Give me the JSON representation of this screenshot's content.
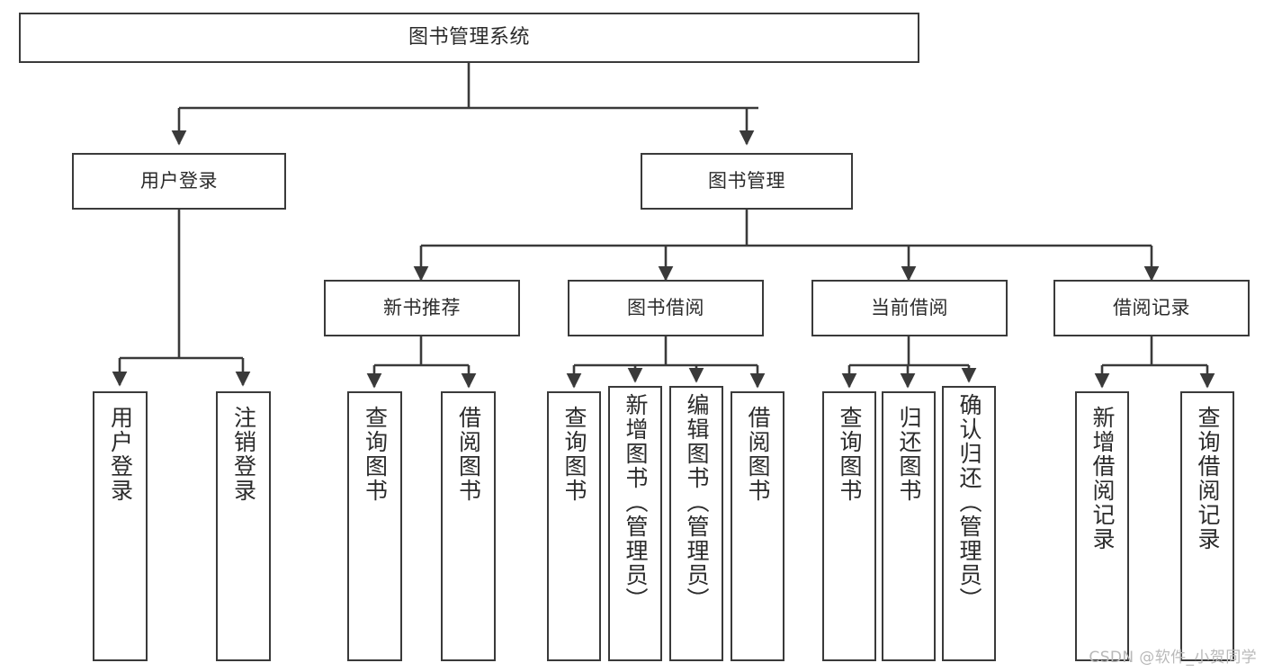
{
  "diagram": {
    "title": "图书管理系统",
    "watermark": "CSDN @软件_小贺同学",
    "line_color": "#3a3a3a",
    "box_fill": "#ffffff",
    "text_color": "#2b2b2b",
    "root": {
      "label": "图书管理系统"
    },
    "level2": [
      {
        "label": "用户登录"
      },
      {
        "label": "图书管理"
      }
    ],
    "level3": [
      {
        "label": "新书推荐"
      },
      {
        "label": "图书借阅"
      },
      {
        "label": "当前借阅"
      },
      {
        "label": "借阅记录"
      }
    ],
    "leaves": {
      "user_login": [
        {
          "label": "用户登录"
        },
        {
          "label": "注销登录"
        }
      ],
      "new_book": [
        {
          "label": "查询图书"
        },
        {
          "label": "借阅图书"
        }
      ],
      "book_borrow": [
        {
          "label": "查询图书"
        },
        {
          "label": "新增图书（管理员）"
        },
        {
          "label": "编辑图书（管理员）"
        },
        {
          "label": "借阅图书"
        }
      ],
      "current_borrow": [
        {
          "label": "查询图书"
        },
        {
          "label": "归还图书"
        },
        {
          "label": "确认归还（管理员）"
        }
      ],
      "borrow_record": [
        {
          "label": "新增借阅记录"
        },
        {
          "label": "查询借阅记录"
        }
      ]
    }
  }
}
